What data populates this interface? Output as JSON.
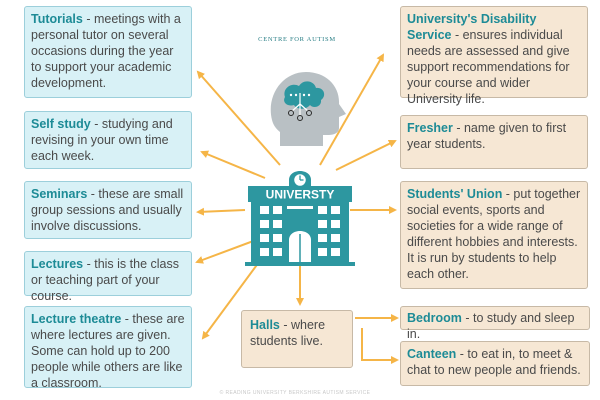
{
  "logo": {
    "text": "CENTRE FOR AUTISM"
  },
  "building": {
    "sign": "UNIVERSTY"
  },
  "boxes": {
    "tutorials": {
      "title": "Tutorials",
      "desc": " - meetings with a personal tutor on several occasions during the year to support your academic development."
    },
    "self_study": {
      "title": "Self study",
      "desc": " - studying and revising in your own time each week."
    },
    "seminars": {
      "title": "Seminars",
      "desc": " - these are small group sessions and usually involve discussions."
    },
    "lectures": {
      "title": "Lectures",
      "desc": " - this is the class or teaching part of your course."
    },
    "lecture_theatre": {
      "title": "Lecture theatre",
      "desc": " - these are where lectures are given. Some can hold up to 200 people while others are like a classroom."
    },
    "disability_service": {
      "title": "University's Disability Service",
      "desc": " - ensures individual needs are assessed and give support recommendations for your course and wider University life."
    },
    "fresher": {
      "title": "Fresher",
      "desc": " - name given to first year students."
    },
    "students_union": {
      "title": "Students' Union",
      "desc": " - put together social events, sports and societies for a wide range of different hobbies and interests. It is run by students to help each other."
    },
    "halls": {
      "title": "Halls",
      "desc": " - where students live."
    },
    "bedroom": {
      "title": "Bedroom",
      "desc": " - to study and sleep in."
    },
    "canteen": {
      "title": "Canteen",
      "desc": " - to eat in, to meet & chat to new people and friends."
    }
  },
  "footer": {
    "text": "© READING UNIVERSITY BERKSHIRE AUTISM SERVICE"
  },
  "colors": {
    "accent": "#1d8b96",
    "arrow": "#f5b547",
    "blue_box": "#d8f1f6",
    "tan_box": "#f6e7d4"
  }
}
